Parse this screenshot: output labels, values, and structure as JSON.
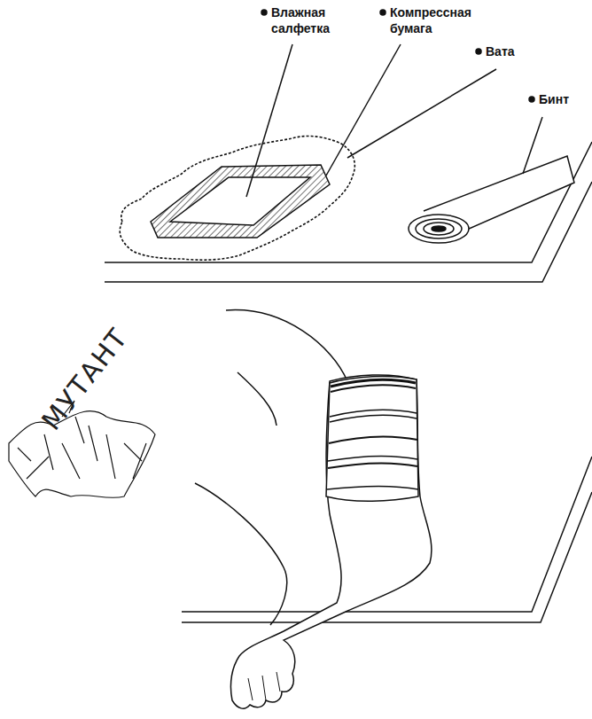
{
  "diagram": {
    "labels": [
      "Влажная салфетка",
      "Компрессная бумага",
      "Вата",
      "Бинт",
      "МУТАНТ"
    ]
  }
}
